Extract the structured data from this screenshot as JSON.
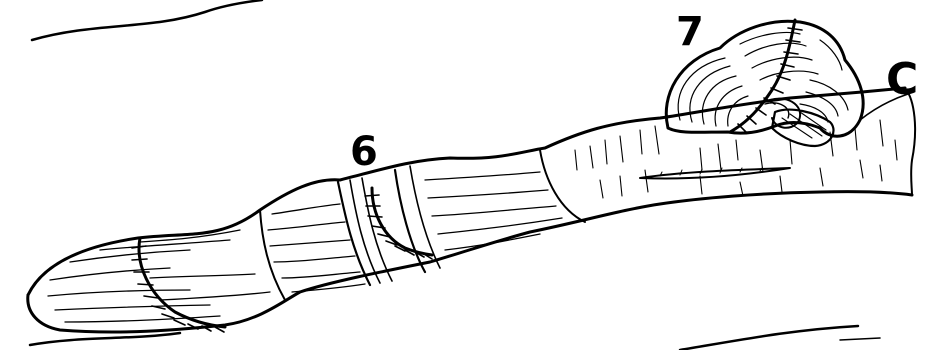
{
  "labels": {
    "six": "6",
    "seven": "7",
    "c": "C"
  }
}
